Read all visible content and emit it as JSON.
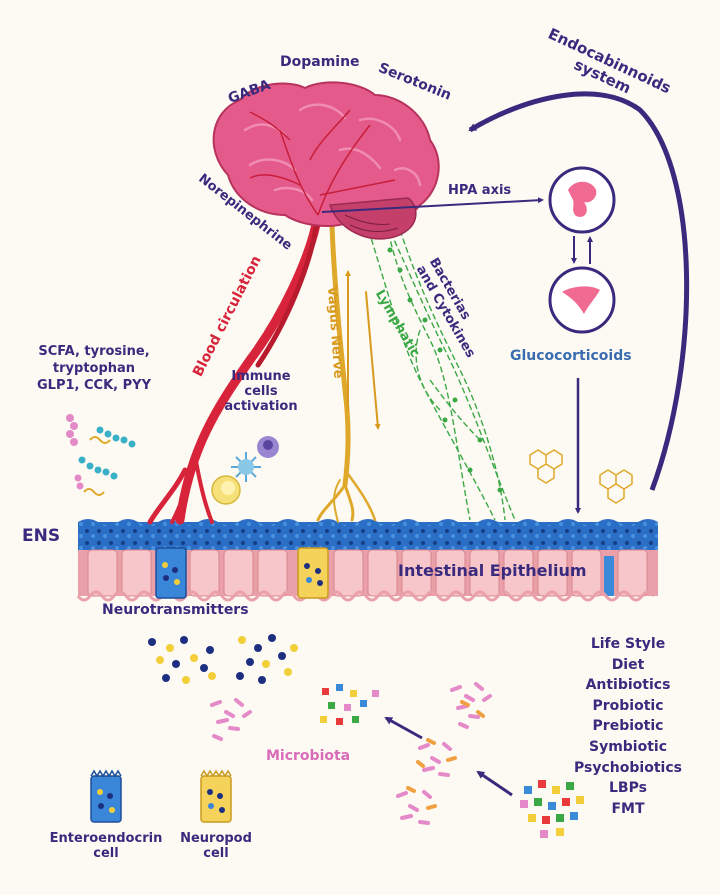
{
  "brain": {
    "neurotransmitters": [
      "GABA",
      "Dopamine",
      "Serotonin",
      "Norepinephrine"
    ]
  },
  "pathways": {
    "endocannabinoids": [
      "Endocabinnoids",
      "system"
    ],
    "hpa_axis": "HPA axis",
    "glucocorticoids": "Glucocorticoids",
    "blood_circulation": "Blood circulation",
    "vagus_nerve": "Vagus Nerve",
    "lymphatic": "Lymphatic",
    "bacterias_cytokines": [
      "Bacterias",
      "and Cytokines"
    ],
    "immune_activation": [
      "Immune",
      "cells",
      "activation"
    ]
  },
  "metabolites": [
    "SCFA, tyrosine,",
    "tryptophan",
    "GLP1, CCK, PYY"
  ],
  "gut": {
    "ens": "ENS",
    "epithelium": "Intestinal Epithelium",
    "neurotransmitters": "Neurotransmitters",
    "microbiota": "Microbiota"
  },
  "legend": {
    "enteroendocrine": [
      "Enteroendocrin",
      "cell"
    ],
    "neuropod": [
      "Neuropod",
      "cell"
    ]
  },
  "factors": [
    "Life Style",
    "Diet",
    "Antibiotics",
    "Probiotic",
    "Prebiotic",
    "Symbiotic",
    "Psychobiotics",
    "LBPs",
    "FMT"
  ],
  "colors": {
    "navy": "#3a2a7e",
    "blood": "#d8243a",
    "vagus": "#e0a82a",
    "lymph": "#3aa845",
    "glucocorticoids": "#3a6cb0",
    "microbiota": "#d96cb8",
    "epithelium_pink": "#f6c6ca",
    "ens_blue": "#2b6ec6"
  }
}
